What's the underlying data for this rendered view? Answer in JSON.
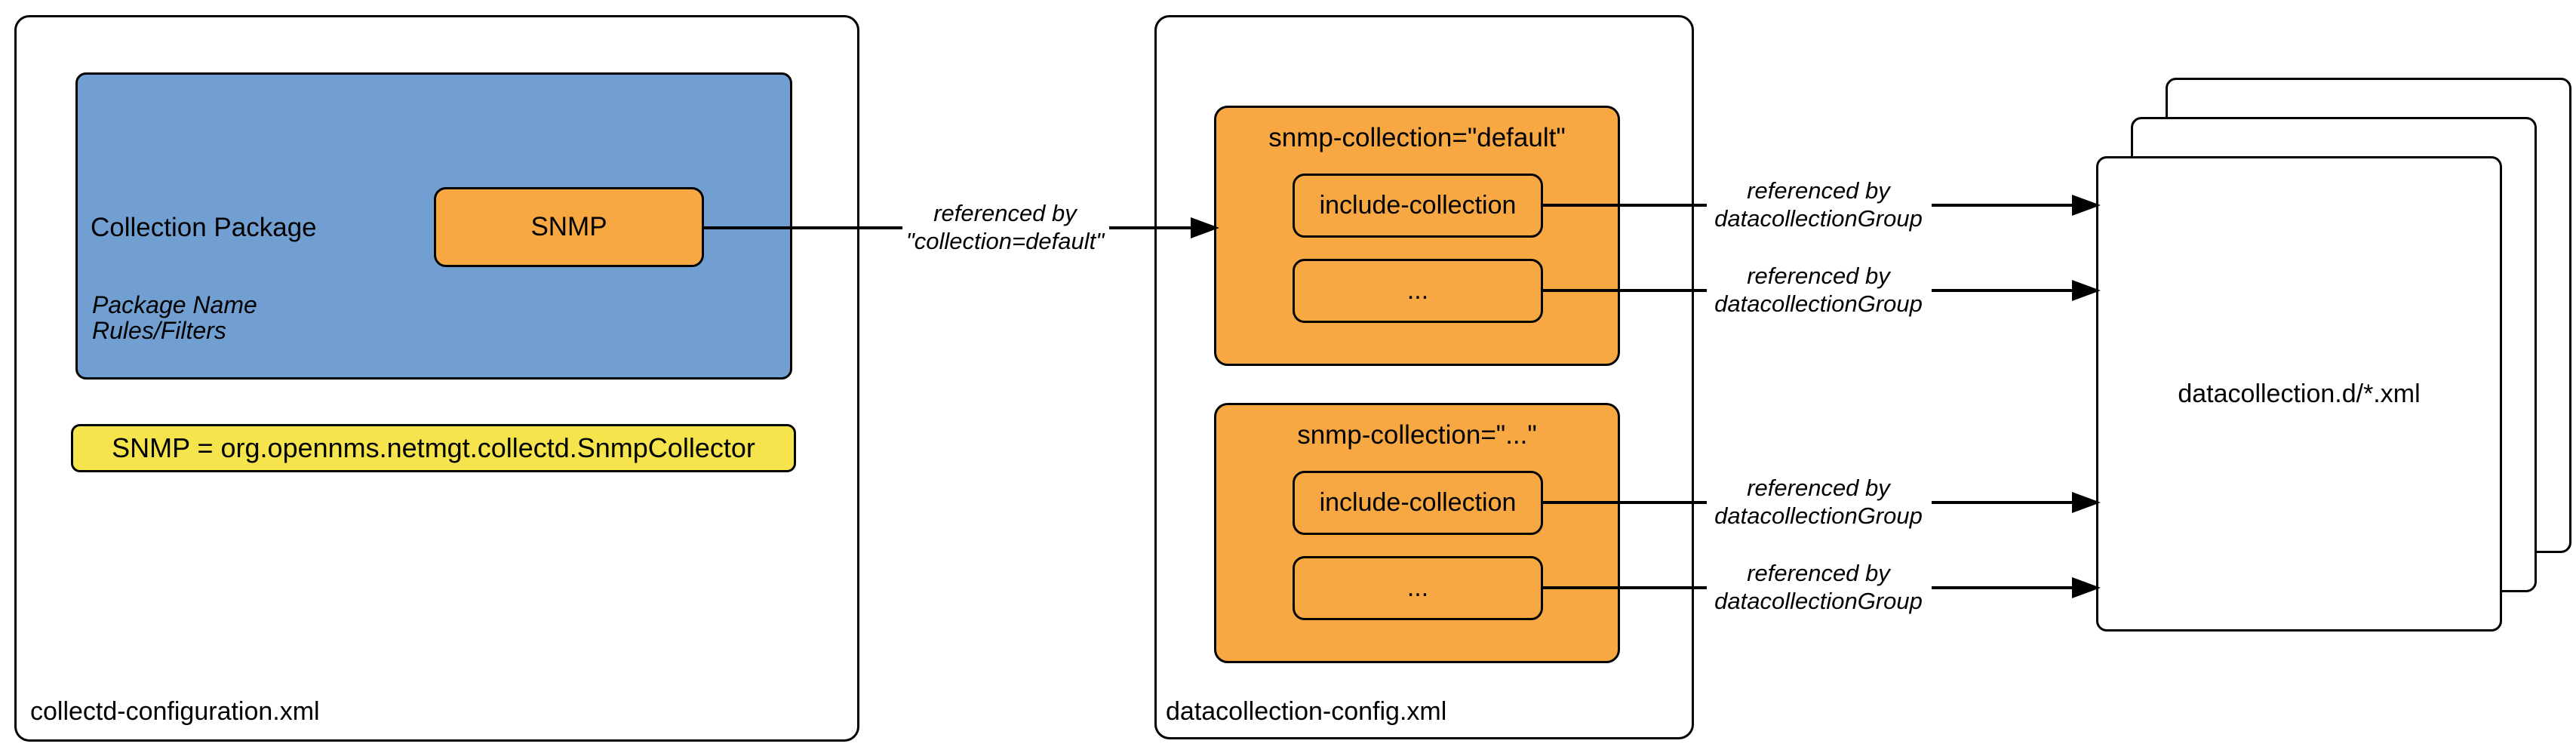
{
  "colors": {
    "package_fill": "#719fd1",
    "service_fill": "#f8a843",
    "mapping_fill": "#f5e44b",
    "line": "#000000",
    "background": "#ffffff"
  },
  "left_box": {
    "file_label": "collectd-configuration.xml",
    "package": {
      "title": "Collection Package",
      "details": [
        "Package Name",
        "Rules/Filters"
      ],
      "service": "SNMP"
    },
    "mapping": "SNMP = org.opennms.netmgt.collectd.SnmpCollector"
  },
  "middle_box": {
    "file_label": "datacollection-config.xml",
    "groups": [
      {
        "title": "snmp-collection=\"default\"",
        "items": [
          "include-collection",
          "..."
        ]
      },
      {
        "title": "snmp-collection=\"...\"",
        "items": [
          "include-collection",
          "..."
        ]
      }
    ]
  },
  "right_stack": {
    "label": "datacollection.d/*.xml"
  },
  "arrows": {
    "left": {
      "line1": "referenced by",
      "line2": "\"collection=default\""
    },
    "right": [
      {
        "line1": "referenced by",
        "line2": "datacollectionGroup"
      },
      {
        "line1": "referenced by",
        "line2": "datacollectionGroup"
      },
      {
        "line1": "referenced by",
        "line2": "datacollectionGroup"
      },
      {
        "line1": "referenced by",
        "line2": "datacollectionGroup"
      }
    ]
  }
}
